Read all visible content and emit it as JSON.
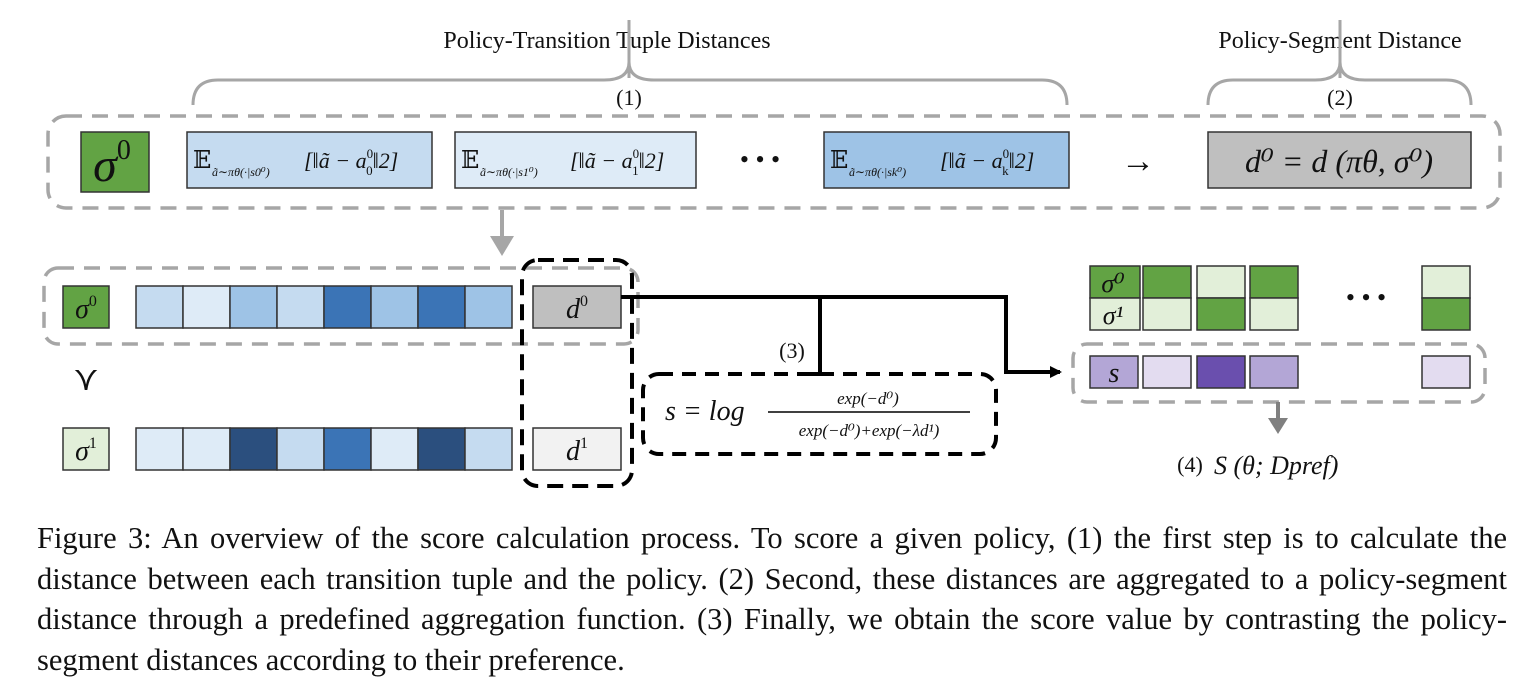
{
  "labels": {
    "tuple_title": "Policy-Transition Tuple Distances",
    "segment_title": "Policy-Segment Distance",
    "step1": "(1)",
    "step2": "(2)",
    "step3": "(3)",
    "step4": "(4)"
  },
  "top_row": {
    "sigma": {
      "base": "σ",
      "sup": "0"
    },
    "expectation_boxes": [
      {
        "E": "𝔼",
        "sub": "ã∼πθ(·|s0⁰)",
        "body": "[‖ã − a",
        "a_sup": "0",
        "a_sub": "0",
        "tail": "‖2]"
      },
      {
        "E": "𝔼",
        "sub": "ã∼πθ(·|s1⁰)",
        "body": "[‖ã − a",
        "a_sup": "0",
        "a_sub": "1",
        "tail": "‖2]"
      },
      {
        "E": "𝔼",
        "sub": "ã∼πθ(·|sk⁰)",
        "body": "[‖ã − a",
        "a_sup": "0",
        "a_sub": "k",
        "tail": "‖2]"
      }
    ],
    "ellipsis": "• • •",
    "arrow": "→",
    "segment_distance": "d⁰ = d (πθ, σ⁰)"
  },
  "segments": [
    {
      "label": "σ",
      "sup": "0",
      "cells": [
        "#c5dbf0",
        "#deebf7",
        "#9ec3e6",
        "#c5dbf0",
        "#3b74b6",
        "#9ec3e6",
        "#3b74b6",
        "#9ec3e6"
      ],
      "distance": "d",
      "d_sup": "0"
    },
    {
      "label": "σ",
      "sup": "1",
      "cells": [
        "#deebf7",
        "#deebf7",
        "#2b4f7e",
        "#c5dbf0",
        "#3b74b6",
        "#deebf7",
        "#2b4f7e",
        "#c5dbf0"
      ],
      "distance": "d",
      "d_sup": "1"
    }
  ],
  "preference_symbol": "≻",
  "score_formula": {
    "lhs": "s = log",
    "numerator": "exp(−d⁰)",
    "denominator": "exp(−d⁰)+exp(−λd¹)"
  },
  "dataset": {
    "row_labels": [
      "σ⁰",
      "σ¹"
    ],
    "pair_columns": [
      {
        "top": "#62a344",
        "bottom": "#e2efd9"
      },
      {
        "top": "#e2efd9",
        "bottom": "#62a344"
      },
      {
        "top": "#62a344",
        "bottom": "#e2efd9"
      },
      {
        "top": "#e2efd9",
        "bottom": "#62a344"
      }
    ],
    "ellipsis": "• • •",
    "score_label": "s",
    "score_cells": [
      "#e3dcf0",
      "#6a4fae",
      "#b3a6d6",
      "#e3dcf0"
    ]
  },
  "total_score": "S (θ; Dpref)",
  "colors": {
    "green_dark": "#62a344",
    "green_light": "#e2efd9",
    "blue_box_light": "#c5dbf0",
    "blue_box_mid": "#9ec3e6",
    "purple_label": "#b3a6d6",
    "dashed_gray": "#a6a6a6",
    "distance_gray": "#bfbfbf"
  },
  "caption": "Figure 3: An overview of the score calculation process. To score a given policy, (1) the first step is to calculate the distance between each transition tuple and the policy. (2) Second, these distances are aggregated to a policy-segment distance through a predefined aggregation function. (3) Finally, we obtain the score value by contrasting the policy-segment distances according to their preference."
}
